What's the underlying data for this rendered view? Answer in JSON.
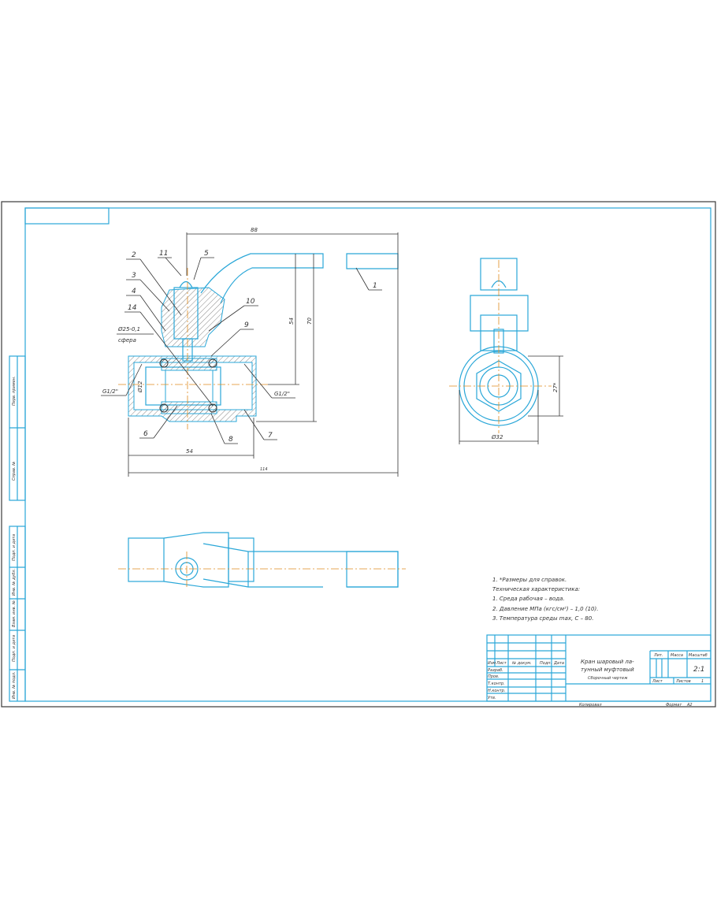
{
  "drawing": {
    "title_line1": "Кран шаровый ла-",
    "title_line2": "тунный муфтовый",
    "doc_type": "Сборочный чертеж",
    "scale": "2:1",
    "sheet_label": "Лист",
    "sheets_label": "Листов",
    "sheets_count": "1",
    "lit_label": "Лит.",
    "mass_label": "Масса",
    "scale_label": "Масштаб",
    "copied_label": "Копировал",
    "format_label": "Формат",
    "format_value": "А2",
    "stamp_headers": [
      "Изм",
      "Лист",
      "№ докум.",
      "Подп.",
      "Дата"
    ],
    "stamp_rows": [
      "Разраб.",
      "Пров.",
      "Т.контр.",
      "Н.контр.",
      "Утв."
    ]
  },
  "notes": [
    "1. *Размеры для справок.",
    "Техническая характеристика:",
    "1. Среда рабочая – вода.",
    "2. Давление МПа (кгс/см²) – 1,0 (10).",
    "3. Температура среды max, С – 80."
  ],
  "dimensions": {
    "d88": "88",
    "d54": "54",
    "d114": "114",
    "d70": "70",
    "d54v": "54",
    "thread_left": "G1/2\"",
    "thread_right": "G1/2\"",
    "bore": "Ø12",
    "sphere": "Ø25-0,1",
    "sphere_label": "сфера",
    "d27": "27*",
    "d32": "Ø32"
  },
  "callouts": [
    "1",
    "2",
    "3",
    "4",
    "5",
    "6",
    "7",
    "8",
    "9",
    "10",
    "11",
    "14"
  ],
  "side_strip": [
    "Перв. примен.",
    "Справ. №",
    "Подп. и дата",
    "Инв. № дубл.",
    "Взам. инв. №",
    "Подп. и дата",
    "Инв. № подл."
  ]
}
